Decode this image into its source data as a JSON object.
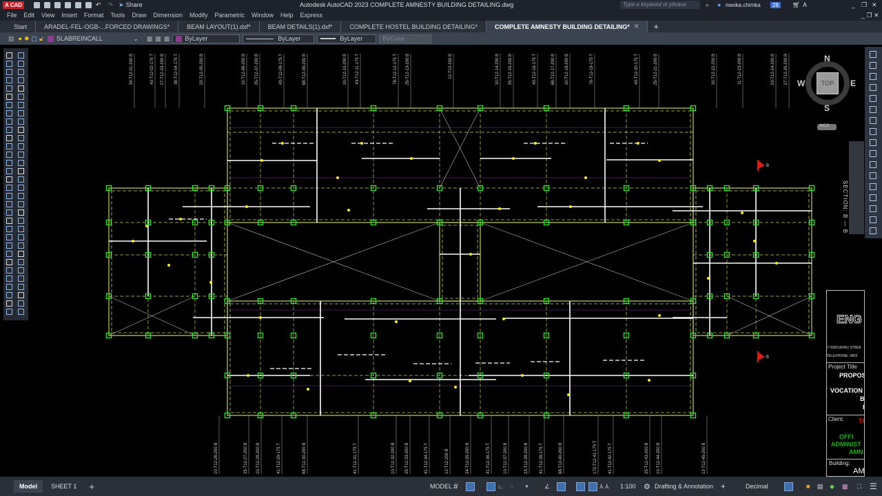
{
  "titlebar": {
    "logo": "A CAD",
    "share": "Share",
    "title": "Autodesk AutoCAD 2023    COMPLETE AMNESTY BUILDING DETAILING.dwg",
    "search_placeholder": "Type a keyword or phrase",
    "user": "nwoka.chimka",
    "notifications": "28"
  },
  "menu": [
    "File",
    "Edit",
    "View",
    "Insert",
    "Format",
    "Tools",
    "Draw",
    "Dimension",
    "Modify",
    "Parametric",
    "Window",
    "Help",
    "Express"
  ],
  "tabs": [
    {
      "label": "Start"
    },
    {
      "label": "ARADEL-FEL-OGB-...FORCED DRAWINGS*"
    },
    {
      "label": "BEAM LAYOUT(1).dxf*"
    },
    {
      "label": "BEAM DETAILS(1).dxf*"
    },
    {
      "label": "COMPLETE HOSTEL BUILDING DETAILING*"
    },
    {
      "label": "COMPLETE AMNESTY BUILDING DETAILING*",
      "active": true
    }
  ],
  "properties": {
    "layer": "SLABREINCALL",
    "color": "ByLayer",
    "linetype": "ByLayer",
    "lineweight": "ByLayer",
    "plotstyle": "ByColor",
    "layer_color": "#8a3d8f"
  },
  "viewcube": {
    "n": "N",
    "s": "S",
    "e": "E",
    "w": "W",
    "face": "TOP",
    "ucs": "WCS"
  },
  "section_label": "SECTION: B — B",
  "section_marker": "B",
  "beam_labels_top": [
    "34-T12-01-200 B",
    "43-T12-02-175 T",
    "27-T12-03-200 B",
    "38-T12-04-175 T",
    "23-T12-05-200 B",
    "10-T12-06-200 B",
    "25-T12-07-200 B",
    "43-T12-08-175 T",
    "68-T12-09-200 B",
    "10-T12-10-200 B",
    "43-T12-11-175 T",
    "78-T12-12-175 T",
    "25-T12-13-200 B",
    "12-T12-200 B",
    "10-T12-14-200 B",
    "25-T12-15-200 B",
    "43-T12-16-175 T",
    "68-T12-17-200 B",
    "10-T12-18-200 B",
    "78-T12-19-175 T",
    "43-T12-20-175 T",
    "25-T12-21-200 B",
    "10-T12-22-200 B",
    "11-T12-23-200 B",
    "23-T12-24-200 B",
    "27-T12-25-200 B"
  ],
  "beam_labels_bottom": [
    "10-T12-26-200 B",
    "25-T12-27-200 B",
    "10-T12-28-200 B",
    "41-T12-29-175 T",
    "68-T12-30-200 B",
    "41-T12-31-175 T",
    "10-T12-32-200 B",
    "25-T12-33-200 B",
    "41-T12-34-175 T",
    "12-T12-200 B",
    "24-T12-35-200 B",
    "41-T12-36-175 T",
    "10-T12-37-200 B",
    "23-T12-38-200 B",
    "41-T12-39-175 T",
    "68-T12-40-200 B",
    "172-T12-41-175 T",
    "41-T12-42-175 T",
    "25-T12-43-200 B",
    "10-T12-44-200 B",
    "12-T12-45-200 B"
  ],
  "title_block": {
    "firm": "ENG",
    "address": "7 IGBOUKWU STREE",
    "telephone": "TELEPHONE: 0803",
    "project_title_label": "Project Title",
    "project_line1": "PROPOS",
    "project_line2": "VOCATION",
    "project_line3": "B",
    "project_line4": "I",
    "client_label": "Client:",
    "client_line1": "TI",
    "client_line2": "OFFI",
    "client_line3": "ADMINIST",
    "client_line4": "AMN",
    "building_label": "Building:",
    "building_value": "AM"
  },
  "layout_tabs": [
    "Model",
    "SHEET 1"
  ],
  "status": {
    "model": "MODEL",
    "scale": "1:100",
    "workspace": "Drafting & Annotation",
    "units": "Decimal"
  },
  "colors": {
    "beam_outline": "#c8d45a",
    "column": "#2fe02f",
    "rebar": "#ffffff",
    "marker": "#e01b1b",
    "accent": "#3f6fae"
  }
}
